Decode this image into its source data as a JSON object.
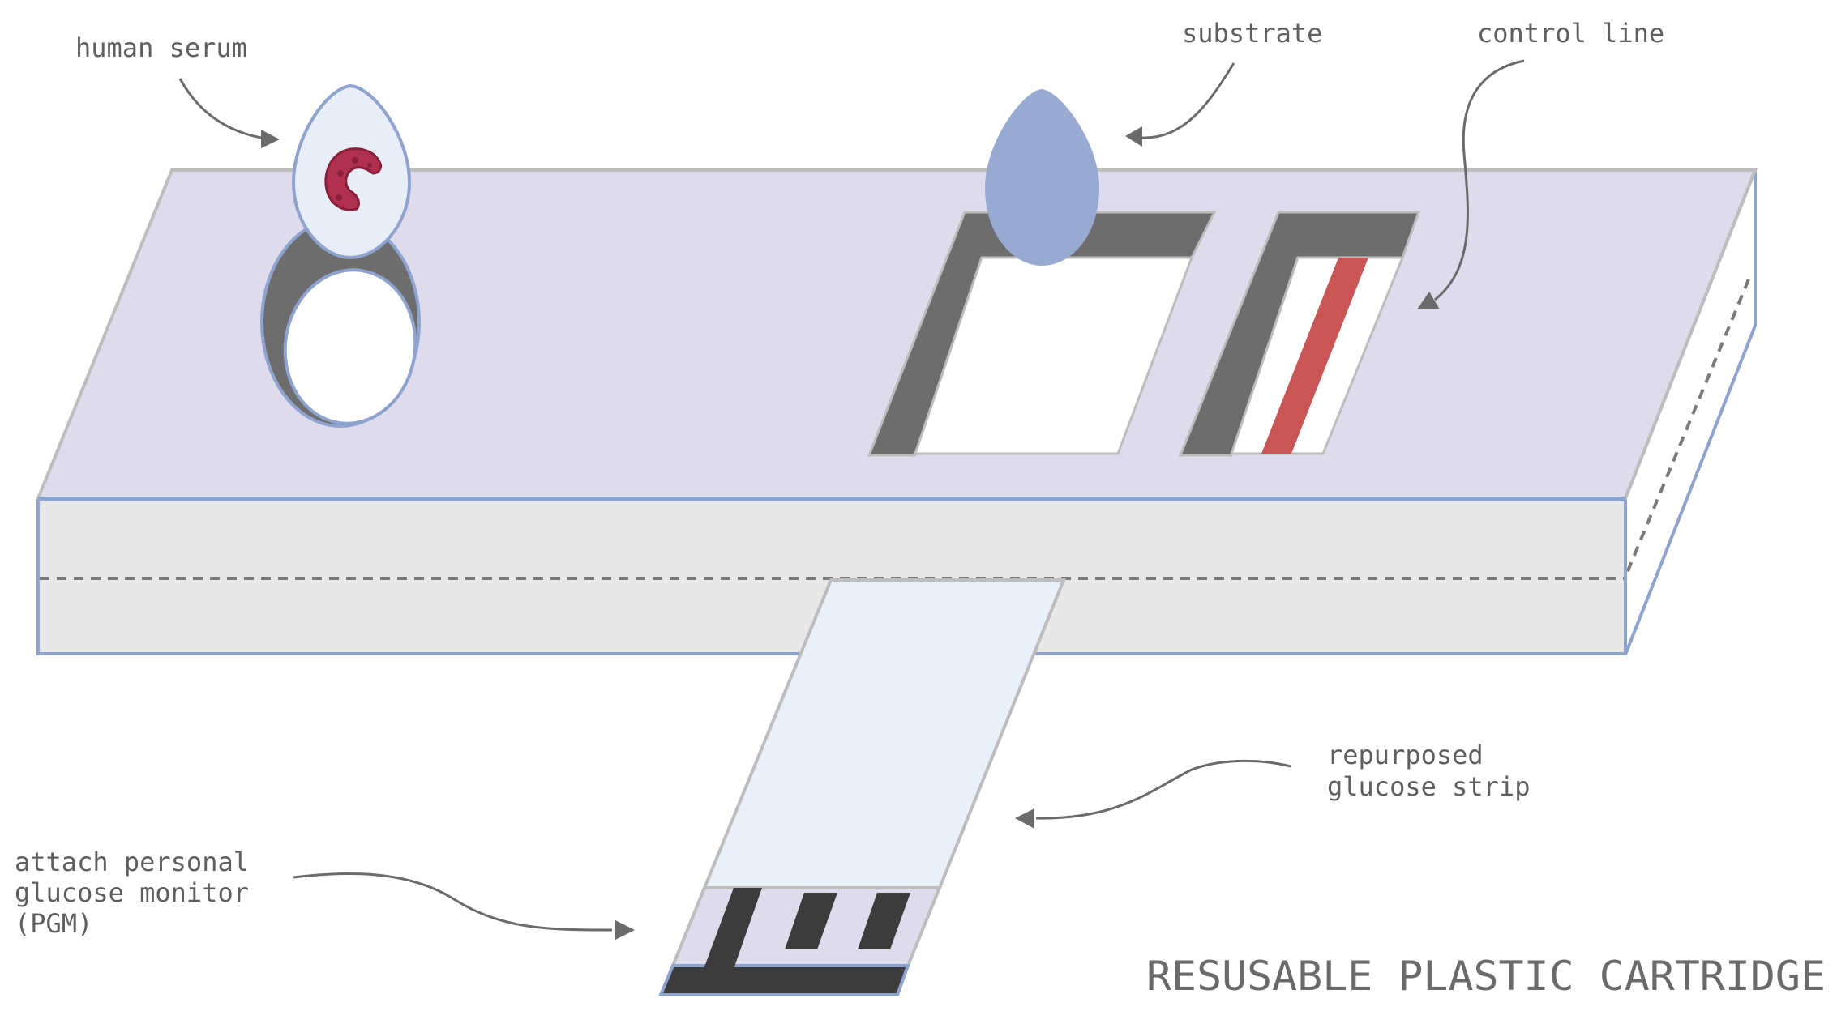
{
  "labels": {
    "human_serum": "human serum",
    "substrate": "substrate",
    "control_line": "control line",
    "repurposed_line1": "repurposed",
    "repurposed_line2": "glucose strip",
    "attach_line1": "attach personal",
    "attach_line2": "glucose monitor",
    "attach_line3": "(PGM)",
    "title": "RESUSABLE PLASTIC CARTRIDGE"
  },
  "colors": {
    "cartridge_top": "#dedbec",
    "cartridge_front": "#e8e8e8",
    "cartridge_edge": "#8fa3cf",
    "outline_grey": "#bdbdbd",
    "window_frame": "#6d6d6d",
    "serum_drop": "#e8eef8",
    "serum_cell": "#b03050",
    "substrate_drop": "#98aad2",
    "control_line": "#c95555",
    "strip_body": "#e9f0fa",
    "strip_contacts_bg": "#dedbec",
    "contacts": "#3c3c3c",
    "label_text": "#5f5f5f",
    "arrow": "#6b6b6b"
  },
  "icons": {
    "sample_well": "serum-well-icon",
    "serum_droplet": "serum-droplet-icon",
    "serum_cell": "serum-cell-icon",
    "substrate_droplet": "substrate-droplet-icon"
  }
}
